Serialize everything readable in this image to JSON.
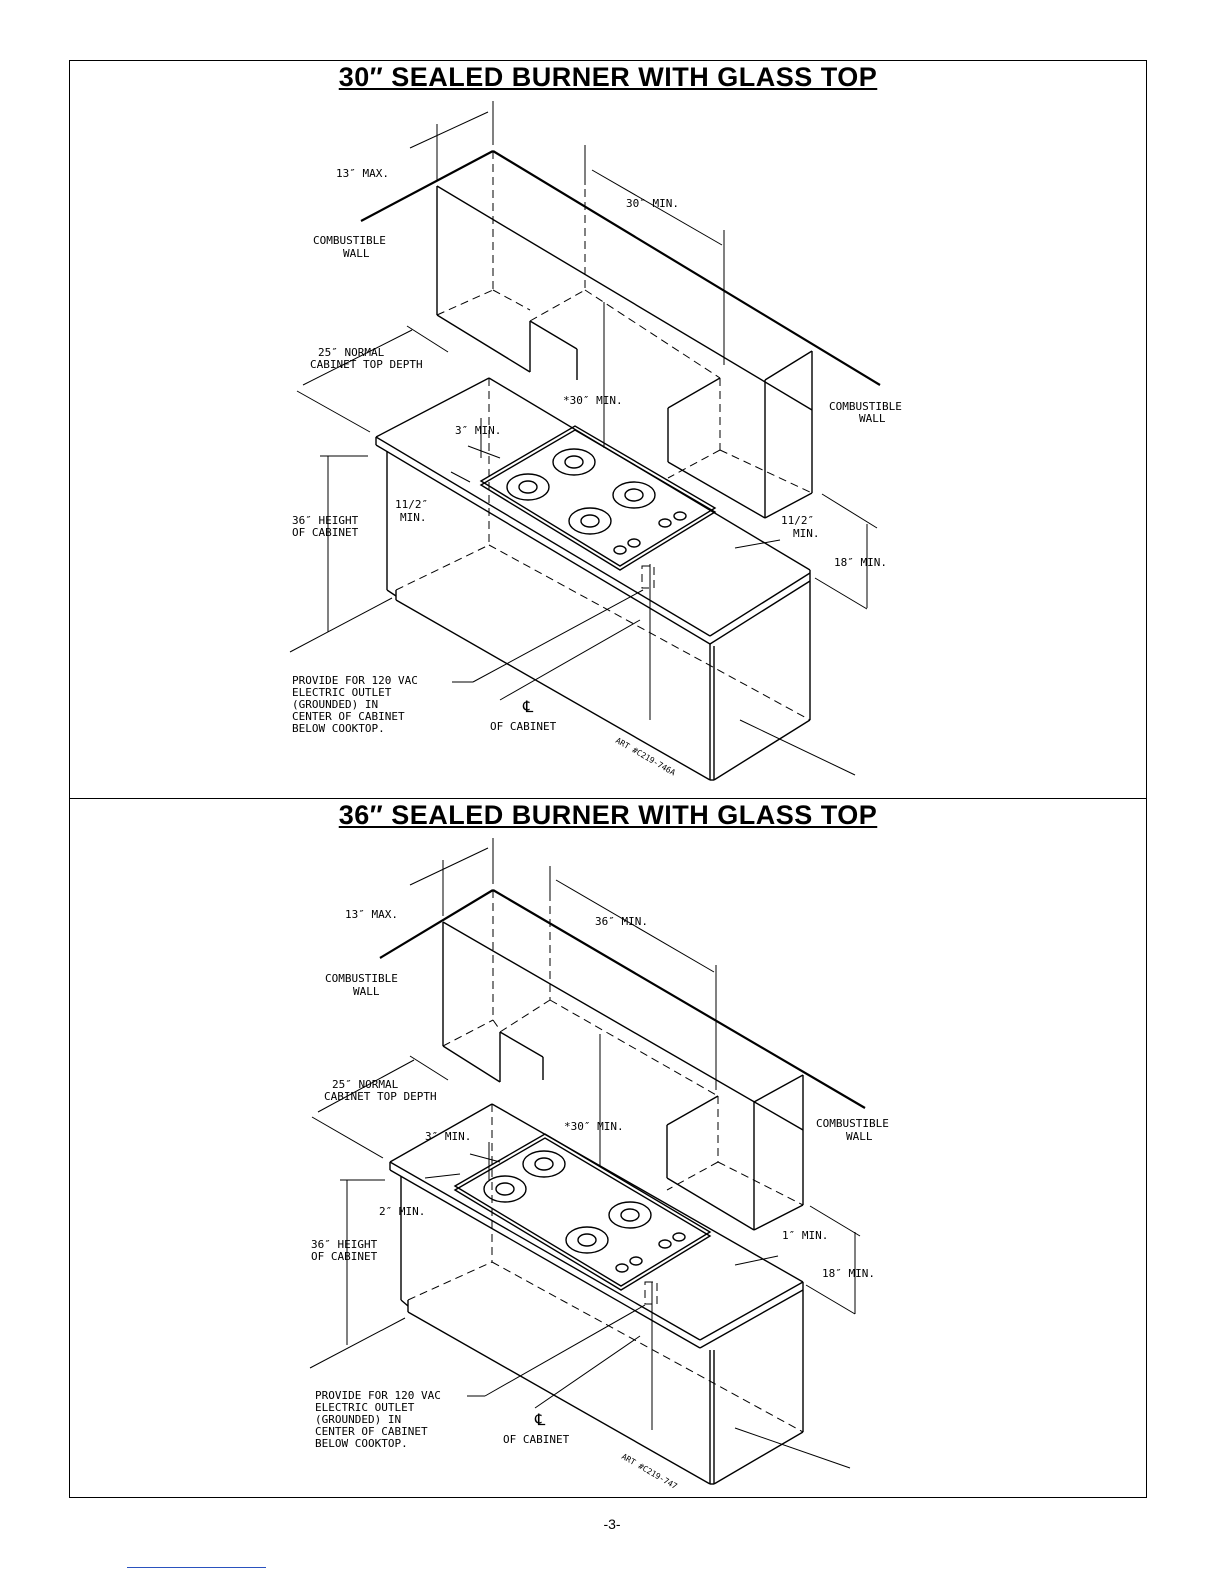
{
  "diagrams": [
    {
      "title": "30″ SEALED BURNER WITH GLASS TOP",
      "labels": {
        "top_max": "13″ MAX.",
        "width_min": "30″ MIN.",
        "combustible_wall_left_1": "COMBUSTIBLE",
        "combustible_wall_left_2": "WALL",
        "normal_depth_1": "25″ NORMAL",
        "normal_depth_2": "CABINET TOP DEPTH",
        "vertical_min": "*30″ MIN.",
        "combustible_wall_right_1": "COMBUSTIBLE",
        "combustible_wall_right_2": "WALL",
        "back_min": "3″ MIN.",
        "height_1": "36″ HEIGHT",
        "height_2": "OF CABINET",
        "left_side_min_1": "11/2″",
        "left_side_min_2": "MIN.",
        "right_side_min_1": "11/2″",
        "right_side_min_2": "MIN.",
        "upper_min": "18″ MIN.",
        "outlet_1": "PROVIDE FOR 120 VAC",
        "outlet_2": "ELECTRIC OUTLET",
        "outlet_3": "(GROUNDED) IN",
        "outlet_4": "CENTER OF CABINET",
        "outlet_5": "BELOW COOKTOP.",
        "centerline_symbol": "℄",
        "centerline_label": "OF CABINET",
        "art_number": "ART #C219-746A"
      }
    },
    {
      "title": "36″ SEALED BURNER WITH GLASS TOP",
      "labels": {
        "top_max": "13″ MAX.",
        "width_min": "36″ MIN.",
        "combustible_wall_left_1": "COMBUSTIBLE",
        "combustible_wall_left_2": "WALL",
        "normal_depth_1": "25″ NORMAL",
        "normal_depth_2": "CABINET TOP DEPTH",
        "vertical_min": "*30″ MIN.",
        "combustible_wall_right_1": "COMBUSTIBLE",
        "combustible_wall_right_2": "WALL",
        "back_min": "3″ MIN.",
        "height_1": "36″ HEIGHT",
        "height_2": "OF CABINET",
        "left_side_min": "2″ MIN.",
        "right_side_min": "1″ MIN.",
        "upper_min": "18″ MIN.",
        "outlet_1": "PROVIDE FOR 120 VAC",
        "outlet_2": "ELECTRIC OUTLET",
        "outlet_3": "(GROUNDED) IN",
        "outlet_4": "CENTER OF CABINET",
        "outlet_5": "BELOW COOKTOP.",
        "centerline_symbol": "℄",
        "centerline_label": "OF CABINET",
        "art_number": "ART #C219-747"
      }
    }
  ],
  "page_number": "-3-"
}
